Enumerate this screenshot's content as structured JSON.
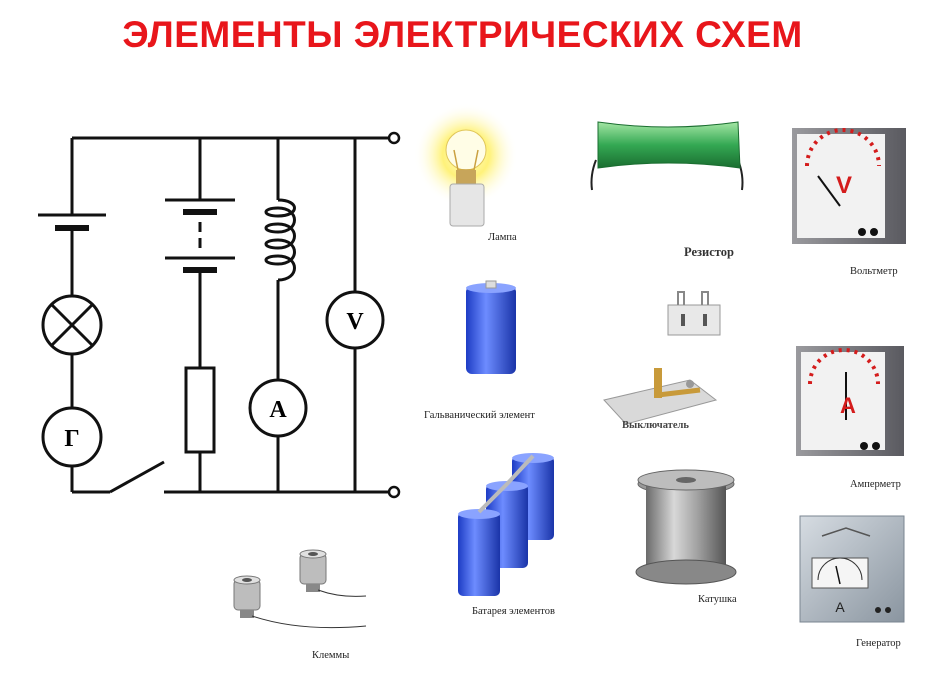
{
  "title": "ЭЛЕМЕНТЫ ЭЛЕКТРИЧЕСКИХ СХЕМ",
  "colors": {
    "title": "#e8161b",
    "wire": "#111111",
    "battery_blue": "#3a5fe0",
    "resistor_green": "#34a853",
    "meter_red": "#d41c1c"
  },
  "schematic": {
    "generator_letter": "Г",
    "ammeter_letter": "A",
    "voltmeter_letter": "V"
  },
  "components": {
    "lamp": "Лампа",
    "resistor": "Резистор",
    "voltmeter": "Вольтметр",
    "voltmeter_letter": "V",
    "galvanic_cell": "Гальванический элемент",
    "switch": "Выключатель",
    "ammeter": "Амперметр",
    "ammeter_letter": "A",
    "battery": "Батарея элементов",
    "coil": "Катушка",
    "generator": "Генератор",
    "generator_letter": "A",
    "terminals": "Клеммы"
  }
}
